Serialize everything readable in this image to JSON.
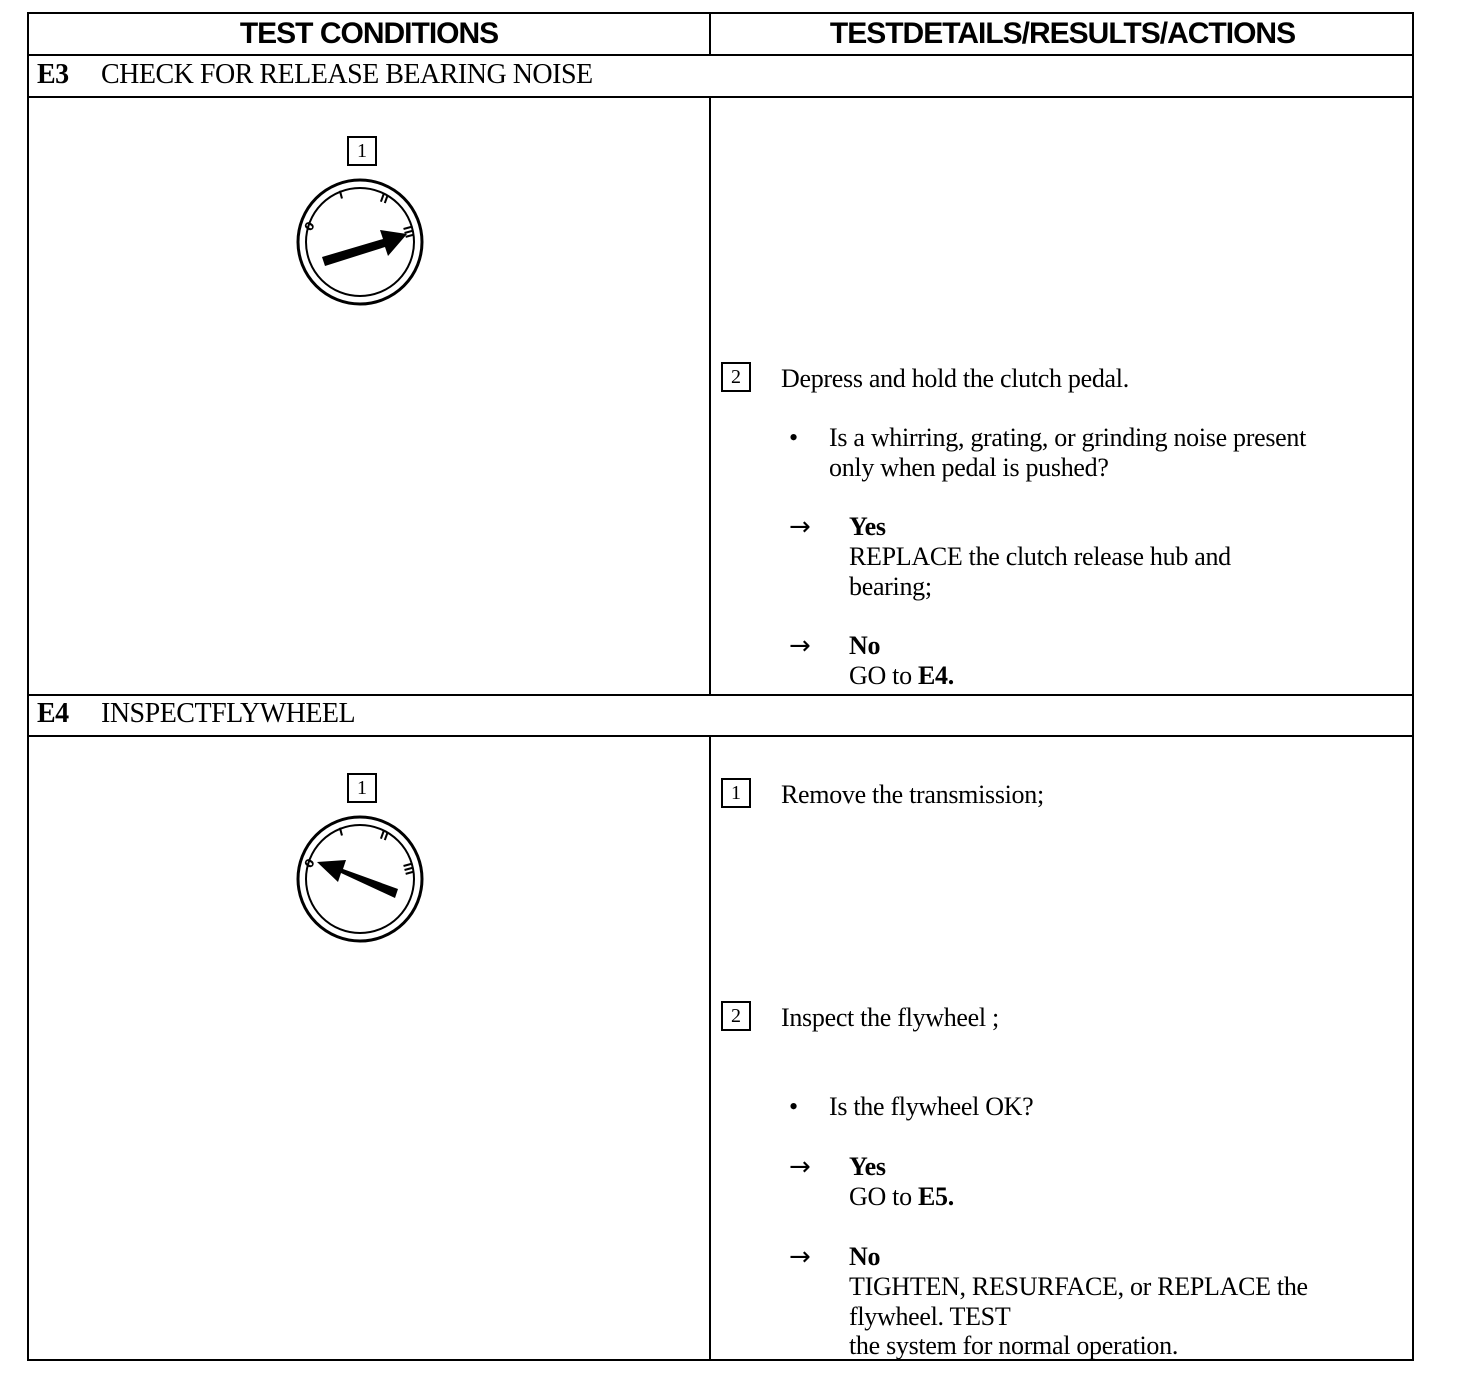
{
  "header": {
    "test_conditions": "TEST CONDITIONS",
    "test_details": "TESTDETAILS/RESULTS/ACTIONS"
  },
  "e3": {
    "id": "E3",
    "title": "CHECK FOR RELEASE BEARING NOISE",
    "condition_step": "1",
    "dial_icon": "ignition-key-run-icon",
    "step2": {
      "number": "2",
      "instruction": "Depress and hold the clutch pedal.",
      "question_line1": "Is a whirring, grating, or grinding noise present",
      "question_line2": "only when pedal is pushed?",
      "yes_label": "Yes",
      "yes_line1": "REPLACE the clutch release hub and",
      "yes_line2": "bearing;",
      "no_label": "No",
      "no_prefix": "GO to ",
      "no_target": "E4."
    }
  },
  "e4": {
    "id": "E4",
    "title": "INSPECTFLYWHEEL",
    "condition_step": "1",
    "dial_icon": "ignition-key-off-icon",
    "step1": {
      "number": "1",
      "instruction": "Remove the transmission;"
    },
    "step2": {
      "number": "2",
      "instruction": "Inspect the flywheel ;",
      "question": "Is the flywheel OK?",
      "yes_label": "Yes",
      "yes_prefix": "GO to ",
      "yes_target": "E5.",
      "no_label": "No",
      "no_line1": "TIGHTEN, RESURFACE, or REPLACE the",
      "no_line2": "flywheel. TEST",
      "no_line3": "the system for normal operation."
    }
  },
  "symbols": {
    "bullet": "•",
    "arrow": "→"
  },
  "colors": {
    "ink": "#000000",
    "paper": "#ffffff"
  }
}
